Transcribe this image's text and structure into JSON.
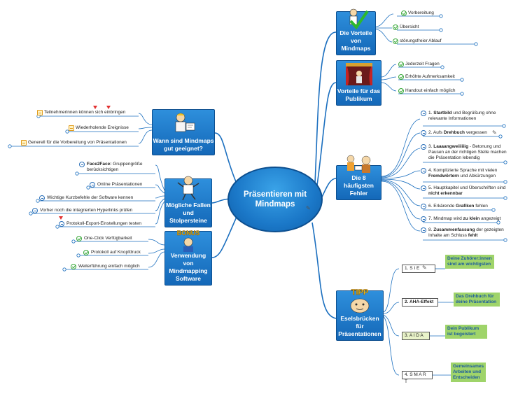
{
  "center": {
    "title": "Präsentieren mit Mindmaps"
  },
  "topics": {
    "vorteile": {
      "title": "Die Vorteile von Mindmaps",
      "icon": "checkmark-person-icon",
      "items": [
        "Vorbereitung",
        "Übersicht",
        "störungsfreier Ablauf"
      ]
    },
    "publikum": {
      "title": "Vorteile für das Publikum",
      "icon": "theater-stage-icon",
      "items": [
        "Jederzeit Fragen",
        "Erhöhte Aufmerksamkeit",
        "Handout einfach möglich"
      ]
    },
    "wann": {
      "title": "Wann sind Mindmaps gut geeignet?",
      "icon": "presenter-icon",
      "items": [
        "Teilnehmerinnen können sich einbringen",
        "Wiederholende Ereignisse",
        "Generell für die Vorbereitung von Präsentationen"
      ]
    },
    "fallen": {
      "title": "Mögliche Fallen und Stolpersteine",
      "icon": "stumbling-man-icon",
      "items": [
        {
          "bold": "Face2Face:",
          "text": " Gruppengröße berücksichtigen"
        },
        {
          "bold": "",
          "text": "Online Präsentationen"
        },
        {
          "bold": "",
          "text": "Wichtige Kurzbefehle der Software kennen"
        },
        {
          "bold": "",
          "text": "Vorher noch die integrierten Hyperlinks prüfen"
        },
        {
          "bold": "",
          "text": "Protokoll-Export-Einstellungen testen"
        }
      ]
    },
    "software": {
      "title": "Verwendung von Mindmapping Software",
      "icon": "bonus-icon",
      "badge": "BONUS",
      "items": [
        "One-Click Verfügbarkeit",
        "Protokoll auf Knopfdruck",
        "Weiterführung einfach möglich"
      ]
    },
    "fehler": {
      "title": "Die 8 häufigsten Fehler",
      "icon": "frustrated-people-icon",
      "items": [
        {
          "a": "1. ",
          "b": "Startbild",
          "c": " und Begrüßung ohne relevante Informationen",
          "d": "",
          "e": ""
        },
        {
          "a": "2. Aufs ",
          "b": "Drehbuch",
          "c": " vergessen",
          "d": "",
          "e": ""
        },
        {
          "a": "3. ",
          "b": "Laaaangweiiiiiig",
          "c": " - Betonung und Pausen an der richtigen Stelle machen die Präsentation lebendig",
          "d": "",
          "e": ""
        },
        {
          "a": "4. Komplizierte Sprache mit vielen ",
          "b": "Fremdwörtern",
          "c": " und Abkürzungen",
          "d": "",
          "e": ""
        },
        {
          "a": "5. Hauptkapitel und Überschriften sind ",
          "b": "nicht erkennbar",
          "c": "",
          "d": "",
          "e": ""
        },
        {
          "a": "6. Erkärende ",
          "b": "Grafiken",
          "c": " fehlen",
          "d": "",
          "e": ""
        },
        {
          "a": "7. Mindmap wird ",
          "b": "zu klein",
          "c": " angezeigt",
          "d": "",
          "e": ""
        },
        {
          "a": "8. ",
          "b": "Zusammenfassung",
          "c": " der gezeigten Inhalte am Schluss ",
          "d": "fehlt",
          "e": ""
        }
      ]
    },
    "esel": {
      "title": "Eselsbrücken für Präsentationen",
      "icon": "tipp-icon",
      "badge": "TIPP",
      "items": [
        {
          "label": "1. S I E",
          "note": "Deine Zuhörer:innen sind am wichtigsten"
        },
        {
          "label": "2. AHA-Effekt",
          "note": "Das Drehbuch für deine Präsentation"
        },
        {
          "label": "3. A I D A",
          "note": "Dein Publikum ist begeistert"
        },
        {
          "label": "4. S M A R T",
          "note": "Gemeinsames Arbeiten und Entscheiden"
        }
      ]
    }
  },
  "colors": {
    "line": "#1b6fbf",
    "topic": "#1a73c6",
    "note": "#9fd46a"
  }
}
